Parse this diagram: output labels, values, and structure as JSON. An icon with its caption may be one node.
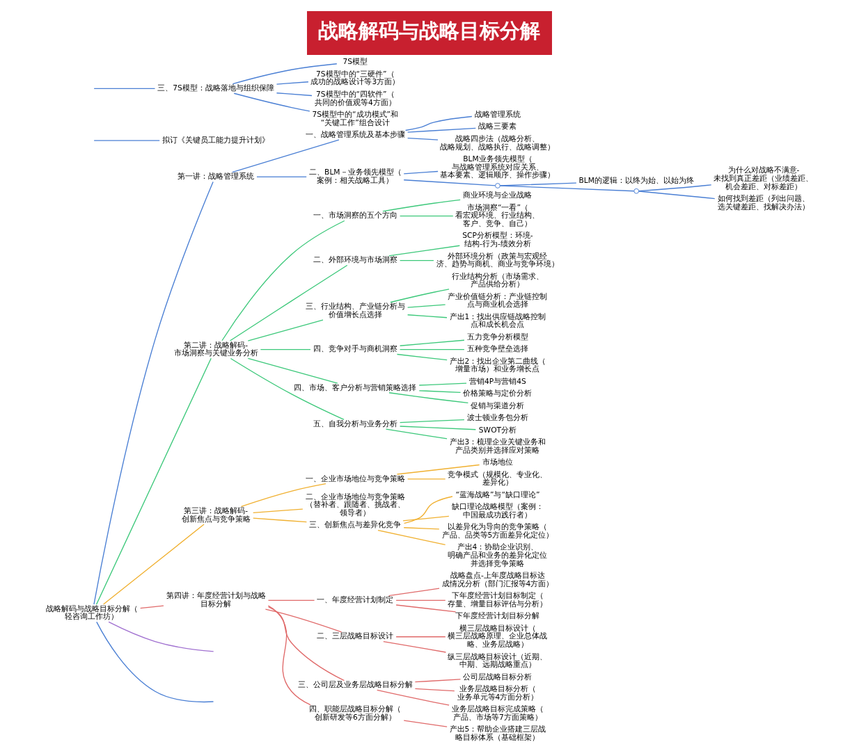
{
  "diagram": {
    "title": "战略解码与战略目标分解",
    "nodes": [
      {
        "text": [
          "战略解码与战略目标分解（轻咨询工作坊）"
        ]
      },
      {
        "text": [
          "第一讲：战略管理系统"
        ]
      },
      {
        "text": [
          "一、战略管理系统及基本步骤"
        ]
      },
      {
        "text": [
          "战略管理系统"
        ]
      },
      {
        "text": [
          "战略三要素"
        ]
      },
      {
        "text": [
          "战略四步法（战略分析、战略规划、战略执行、战略调整）"
        ]
      },
      {
        "text": [
          "二、BLM－业务领先模型（案例：相关战略工具）"
        ]
      },
      {
        "text": [
          "BLM业务领先模型（与战略管理系统对应关系、基本要素、逻辑顺序、操作步骤）"
        ]
      },
      {
        "text": [],
        "shape": "circle"
      },
      {
        "text": [
          "BLM的逻辑：以终为始、以始为终"
        ]
      },
      {
        "text": [],
        "shape": "circle"
      },
      {
        "text": [
          "为什么对战略不满意-未找到真正差距（业绩差距、机会差距、对标差距）"
        ]
      },
      {
        "text": [
          "如何找到差距（列出问题、选关键差距、找解决办法）"
        ]
      },
      {
        "text": [
          "第二讲：战略解码-市场洞察与关键业务分析"
        ]
      },
      {
        "text": [
          "一、市场洞察的五个方向"
        ]
      },
      {
        "text": [
          "商业环境与企业战略"
        ]
      },
      {
        "text": [
          "市场洞察“一看”（看宏观环境、行业结构、客户、竞争、自己）"
        ]
      },
      {
        "text": [
          "二、外部环境与市场洞察"
        ]
      },
      {
        "text": [
          "SCP分析模型：环境-结构-行为-绩效分析"
        ]
      },
      {
        "text": [
          "外部环境分析（政策与宏观经济、趋势与商机、商业与竞争环境）"
        ]
      },
      {
        "text": [
          "三、行业结构、产业链分析与价值增长点选择"
        ]
      },
      {
        "text": [
          "行业结构分析（市场需求、产品供给分析）"
        ]
      },
      {
        "text": [
          "产业价值链分析：产业链控制点与商业机会选择"
        ]
      },
      {
        "text": [
          "产出1：找出供应链战略控制点和成长机会点"
        ]
      },
      {
        "text": [
          "四、竞争对手与商机洞察"
        ]
      },
      {
        "text": [
          "五力竞争分析模型"
        ]
      },
      {
        "text": [
          "五种竞争壁垒选择"
        ]
      },
      {
        "text": [
          "产出2：找出企业第二曲线（增量市场）和业务增长点"
        ]
      },
      {
        "text": [
          "四、市场、客户分析与营销策略选择"
        ]
      },
      {
        "text": [
          "营销4P与营销4S"
        ]
      },
      {
        "text": [
          "价格策略与定价分析"
        ]
      },
      {
        "text": [
          "促销与渠道分析"
        ]
      },
      {
        "text": [
          "五、自我分析与业务分析"
        ]
      },
      {
        "text": [
          "波士顿业务包分析"
        ]
      },
      {
        "text": [
          "SWOT分析"
        ]
      },
      {
        "text": [
          "产出3：梳理企业关键业务和产品类别并选择应对策略"
        ]
      },
      {
        "text": [
          "第三讲：战略解码-创新焦点与竞争策略"
        ]
      },
      {
        "text": [
          "一、企业市场地位与竞争策略"
        ]
      },
      {
        "text": [
          "市场地位"
        ]
      },
      {
        "text": [
          "竞争模式（规模化、专业化、差异化）"
        ]
      },
      {
        "text": [
          "二、企业市场地位与竞争策略（替补者、跟随者、挑战者、领导者）"
        ]
      },
      {
        "text": [
          "三、创新焦点与差异化竞争"
        ]
      },
      {
        "text": [
          "“蓝海战略”与“缺口理论”"
        ]
      },
      {
        "text": [
          "缺口理论战略模型（案例：中国最成功践行者）"
        ]
      },
      {
        "text": [
          "以差异化为导向的竞争策略（产品、品类等5方面差异化定位）"
        ]
      },
      {
        "text": [
          "产出4：协助企业识别、明确产品和业务的差异化定位并选择竞争策略"
        ]
      },
      {
        "text": [
          "第四讲：年度经营计划与战略目标分解"
        ]
      },
      {
        "text": [
          "一、年度经营计划制定"
        ]
      },
      {
        "text": [
          "战略盘点-上年度战略目标达成情况分析（部门汇报等4方面）"
        ]
      },
      {
        "text": [
          "下年度经营计划目标制定（存量、增量目标评估与分析）"
        ]
      },
      {
        "text": [
          "下年度经营计划目标分解"
        ]
      },
      {
        "text": [
          "二、三层战略目标设计"
        ]
      },
      {
        "text": [
          "横三层战略目标设计（横三层战略原理、企业总体战略、业务层战略）"
        ]
      },
      {
        "text": [
          "纵三层战略目标设计（近期、中期、远期战略重点）"
        ]
      },
      {
        "text": [
          "三、公司层及业务层战略目标分解"
        ]
      },
      {
        "text": [
          "公司层战略目标分析"
        ]
      },
      {
        "text": [
          "业务层战略目标分析（业务单元等4方面分析）"
        ]
      },
      {
        "text": [
          "业务层战略目标完成策略（产品、市场等7方面策略）"
        ]
      },
      {
        "text": [
          "四、职能层战略目标分解（创新研发等6方面分解）"
        ]
      },
      {
        "text": [
          "产出5：帮助企业搭建三层战略目标体系（基础框架）"
        ]
      },
      {
        "text": [
          "拟订《关键员工能力提升计划》"
        ]
      },
      {
        "text": [
          "三、7S模型：战略落地与组织保障"
        ]
      },
      {
        "text": [
          "7S模型"
        ]
      },
      {
        "text": [
          "7S模型中的“三硬件”（成功的战略设计等3方面）"
        ]
      },
      {
        "text": [
          "7S模型中的“四软件”（共同的价值观等4方面）"
        ]
      },
      {
        "text": [
          "7S模型中的“成功模式”和“关键工作”组合设计"
        ]
      }
    ],
    "edges": [
      {
        "from": 0,
        "to": 1,
        "arrow": "none",
        "color": "#4a7fd4"
      },
      {
        "from": 1,
        "to": 2,
        "arrow": "none",
        "color": "#4a7fd4"
      },
      {
        "from": 2,
        "to": 3,
        "arrow": "none",
        "color": "#4a7fd4"
      },
      {
        "from": 2,
        "to": 4,
        "arrow": "none",
        "color": "#4a7fd4"
      },
      {
        "from": 2,
        "to": 5,
        "arrow": "none",
        "color": "#4a7fd4"
      },
      {
        "from": 1,
        "to": 6,
        "arrow": "none",
        "color": "#4a7fd4"
      },
      {
        "from": 6,
        "to": 7,
        "arrow": "none",
        "color": "#4a7fd4"
      },
      {
        "from": 6,
        "to": 8,
        "arrow": "none",
        "color": "#4a7fd4"
      },
      {
        "from": 8,
        "to": 9,
        "arrow": "none",
        "color": "#4a7fd4"
      },
      {
        "from": 8,
        "to": 10,
        "arrow": "none",
        "color": "#4a7fd4"
      },
      {
        "from": 10,
        "to": 11,
        "arrow": "none",
        "color": "#4a7fd4"
      },
      {
        "from": 10,
        "to": 12,
        "arrow": "none",
        "color": "#4a7fd4"
      },
      {
        "from": 0,
        "to": 13,
        "arrow": "none"
      },
      {
        "from": 13,
        "to": 14,
        "arrow": "none"
      },
      {
        "from": 14,
        "to": 15,
        "arrow": "none"
      },
      {
        "from": 14,
        "to": 16,
        "arrow": "none"
      },
      {
        "from": 13,
        "to": 17,
        "arrow": "none"
      },
      {
        "from": 17,
        "to": 18,
        "arrow": "none"
      },
      {
        "from": 17,
        "to": 19,
        "arrow": "none"
      },
      {
        "from": 13,
        "to": 20,
        "arrow": "none"
      },
      {
        "from": 20,
        "to": 21,
        "arrow": "none"
      },
      {
        "from": 20,
        "to": 22,
        "arrow": "none"
      },
      {
        "from": 20,
        "to": 23,
        "arrow": "none"
      },
      {
        "from": 13,
        "to": 24,
        "arrow": "none"
      },
      {
        "from": 24,
        "to": 25,
        "arrow": "none"
      },
      {
        "from": 24,
        "to": 26,
        "arrow": "none"
      },
      {
        "from": 24,
        "to": 27,
        "arrow": "none"
      },
      {
        "from": 13,
        "to": 28,
        "arrow": "none"
      },
      {
        "from": 28,
        "to": 29,
        "arrow": "none"
      },
      {
        "from": 28,
        "to": 30,
        "arrow": "none"
      },
      {
        "from": 28,
        "to": 31,
        "arrow": "none"
      },
      {
        "from": 13,
        "to": 32,
        "arrow": "none"
      },
      {
        "from": 32,
        "to": 33,
        "arrow": "none"
      },
      {
        "from": 32,
        "to": 34,
        "arrow": "none"
      },
      {
        "from": 32,
        "to": 35,
        "arrow": "none"
      },
      {
        "from": 0,
        "to": 36,
        "arrow": "none",
        "color": "#f0b030"
      },
      {
        "from": 36,
        "to": 37,
        "arrow": "none",
        "color": "#f0b030"
      },
      {
        "from": 37,
        "to": 38,
        "arrow": "none",
        "color": "#f0b030"
      },
      {
        "from": 37,
        "to": 39,
        "arrow": "none",
        "color": "#f0b030"
      },
      {
        "from": 36,
        "to": 40,
        "arrow": "none",
        "color": "#f0b030"
      },
      {
        "from": 36,
        "to": 41,
        "arrow": "none",
        "color": "#f0b030"
      },
      {
        "from": 41,
        "to": 42,
        "arrow": "none",
        "color": "#f0b030"
      },
      {
        "from": 41,
        "to": 43,
        "arrow": "none",
        "color": "#f0b030"
      },
      {
        "from": 41,
        "to": 44,
        "arrow": "none",
        "color": "#f0b030"
      },
      {
        "from": 41,
        "to": 45,
        "arrow": "none",
        "color": "#f0b030"
      },
      {
        "from": 0,
        "to": 46,
        "arrow": "none",
        "color": "#e06a6a"
      },
      {
        "from": 46,
        "to": 47,
        "arrow": "none",
        "color": "#e06a6a"
      },
      {
        "from": 47,
        "to": 48,
        "arrow": "none",
        "color": "#e06a6a"
      },
      {
        "from": 47,
        "to": 49,
        "arrow": "none",
        "color": "#e06a6a"
      },
      {
        "from": 47,
        "to": 50,
        "arrow": "none",
        "color": "#e06a6a"
      },
      {
        "from": 46,
        "to": 51,
        "arrow": "none",
        "color": "#e06a6a"
      },
      {
        "from": 51,
        "to": 52,
        "arrow": "none",
        "color": "#e06a6a"
      },
      {
        "from": 51,
        "to": 53,
        "arrow": "none",
        "color": "#e06a6a"
      },
      {
        "from": 46,
        "to": 54,
        "arrow": "none",
        "color": "#e06a6a"
      },
      {
        "from": 54,
        "to": 55,
        "arrow": "none",
        "color": "#e06a6a"
      },
      {
        "from": 54,
        "to": 56,
        "arrow": "none",
        "color": "#e06a6a"
      },
      {
        "from": 54,
        "to": 57,
        "arrow": "none",
        "color": "#e06a6a"
      },
      {
        "from": 46,
        "to": 58,
        "arrow": "none",
        "color": "#e06a6a"
      },
      {
        "from": 58,
        "to": 59,
        "arrow": "none",
        "color": "#e06a6a"
      },
      {
        "from": 0,
        "to": null,
        "arrow": "none",
        "color": "#4a7fd4"
      },
      {
        "from": 0,
        "to": null,
        "arrow": "none",
        "color": "#a070d0"
      },
      {
        "from": null,
        "to": 60,
        "arrow": "none",
        "color": "#4a7fd4"
      },
      {
        "from": null,
        "to": 61,
        "arrow": "none",
        "color": "#4a7fd4"
      },
      {
        "from": 61,
        "to": 62,
        "arrow": "none",
        "color": "#4a7fd4"
      },
      {
        "from": 61,
        "to": 63,
        "arrow": "none",
        "color": "#4a7fd4"
      },
      {
        "from": 61,
        "to": 64,
        "arrow": "none",
        "color": "#4a7fd4"
      },
      {
        "from": 61,
        "to": 65,
        "arrow": "none",
        "color": "#4a7fd4"
      }
    ]
  }
}
